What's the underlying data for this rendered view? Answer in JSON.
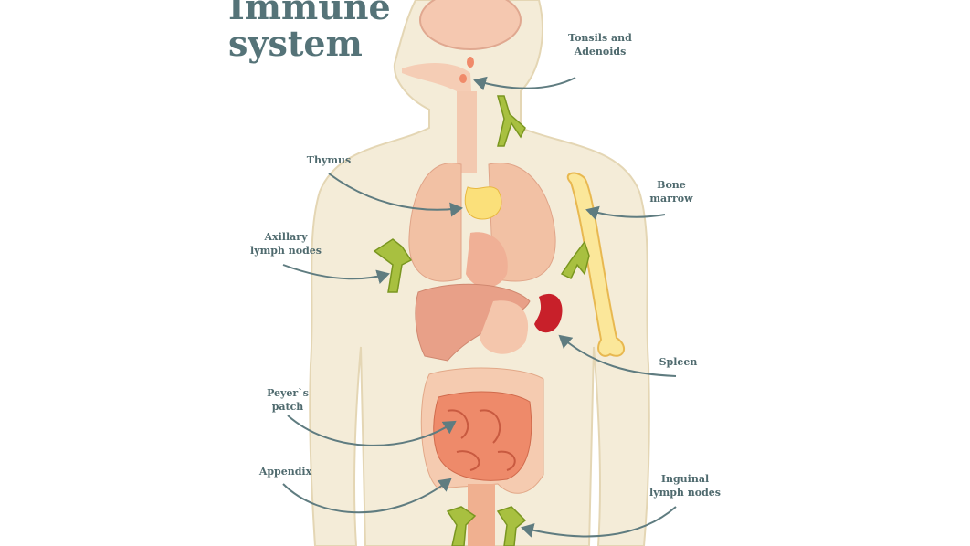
{
  "title": [
    "Immune",
    "system"
  ],
  "labels": {
    "tonsils": [
      "Tonsils and",
      "Adenoids"
    ],
    "thymus": [
      "Thymus"
    ],
    "bone_marrow": [
      "Bone",
      "marrow"
    ],
    "axillary": [
      "Axillary",
      "lymph nodes"
    ],
    "spleen": [
      "Spleen"
    ],
    "peyers": [
      "Peyer`s",
      "patch"
    ],
    "appendix": [
      "Appendix"
    ],
    "inguinal": [
      "Inguinal",
      "lymph nodes"
    ]
  },
  "colors": {
    "text": "#557378",
    "arrow": "#5f7c80",
    "skin": "#f4ecd8",
    "node": "#a8c040",
    "bone": "#fbe79a",
    "spleen": "#c8202a",
    "intestine": "#ee8a6a"
  }
}
